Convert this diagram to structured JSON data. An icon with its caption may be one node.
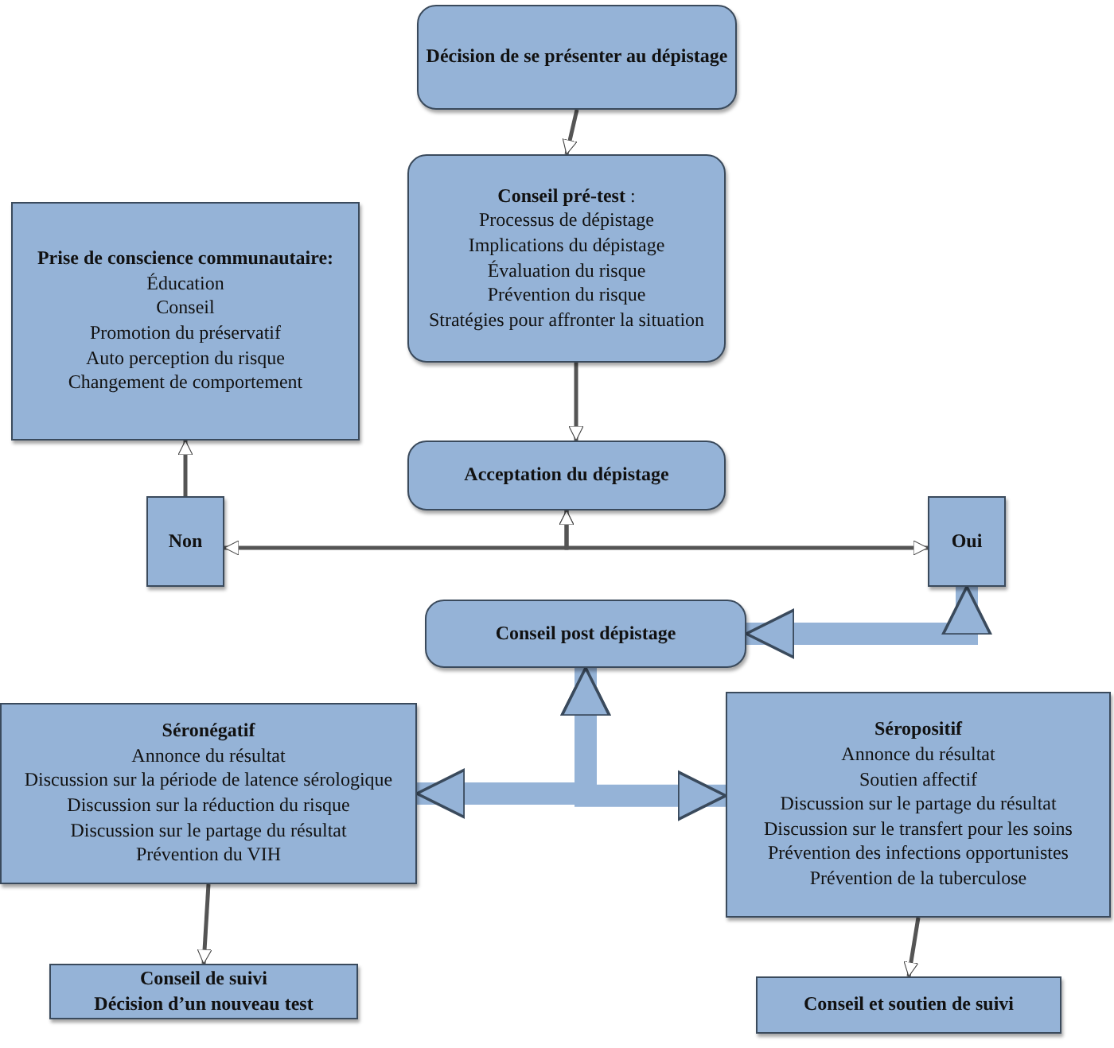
{
  "diagram": {
    "nodes": [
      {
        "text": [
          "Décision de se présenter au dépistage"
        ]
      },
      {
        "text": [
          "**Conseil pré-test** :",
          "Processus de dépistage",
          "Implications du dépistage",
          "Évaluation du risque",
          "Prévention du risque",
          "Stratégies pour affronter la situation"
        ]
      },
      {
        "text": [
          "Prise de conscience communautaire:",
          "Éducation",
          "Conseil",
          "Promotion du préservatif",
          "Auto perception du risque",
          "Changement de comportement"
        ]
      },
      {
        "text": [
          "Acceptation du dépistage"
        ]
      },
      {
        "text": [
          "Non"
        ]
      },
      {
        "text": [
          "Oui"
        ]
      },
      {
        "text": [
          "Conseil post dépistage"
        ]
      },
      {
        "text": [
          "Séronégatif",
          "Annonce du résultat",
          "Discussion sur la période de latence sérologique",
          "Discussion sur la réduction du risque",
          "Discussion sur le partage du résultat",
          "Prévention du VIH"
        ]
      },
      {
        "text": [
          "Séropositif",
          "Annonce du résultat",
          "Soutien affectif",
          "Discussion sur le partage du résultat",
          "Discussion sur le transfert pour les soins",
          "Prévention des infections opportunistes",
          "Prévention de la tuberculose"
        ]
      },
      {
        "text": [
          "Conseil de suivi",
          "Décision d’un nouveau test"
        ]
      },
      {
        "text": [
          "Conseil et soutien de suivi"
        ]
      }
    ],
    "edges": [
      {
        "from": 0,
        "to": 1,
        "arrow": "to"
      },
      {
        "from": 1,
        "to": 3,
        "arrow": "to"
      },
      {
        "from": 4,
        "to": 2,
        "arrow": "to"
      },
      {
        "from": 3,
        "to": 4,
        "arrow": "both"
      },
      {
        "from": 3,
        "to": 5,
        "arrow": "both"
      },
      {
        "from": 5,
        "to": 6,
        "arrow": "both",
        "style": "thick",
        "color": "#95b3d7"
      },
      {
        "from": 6,
        "to": 7,
        "arrow": "both",
        "style": "thick",
        "color": "#95b3d7"
      },
      {
        "from": 6,
        "to": 8,
        "arrow": "both",
        "style": "thick",
        "color": "#95b3d7"
      },
      {
        "from": 7,
        "to": 9,
        "arrow": "to"
      },
      {
        "from": 8,
        "to": 10,
        "arrow": "to"
      }
    ]
  }
}
